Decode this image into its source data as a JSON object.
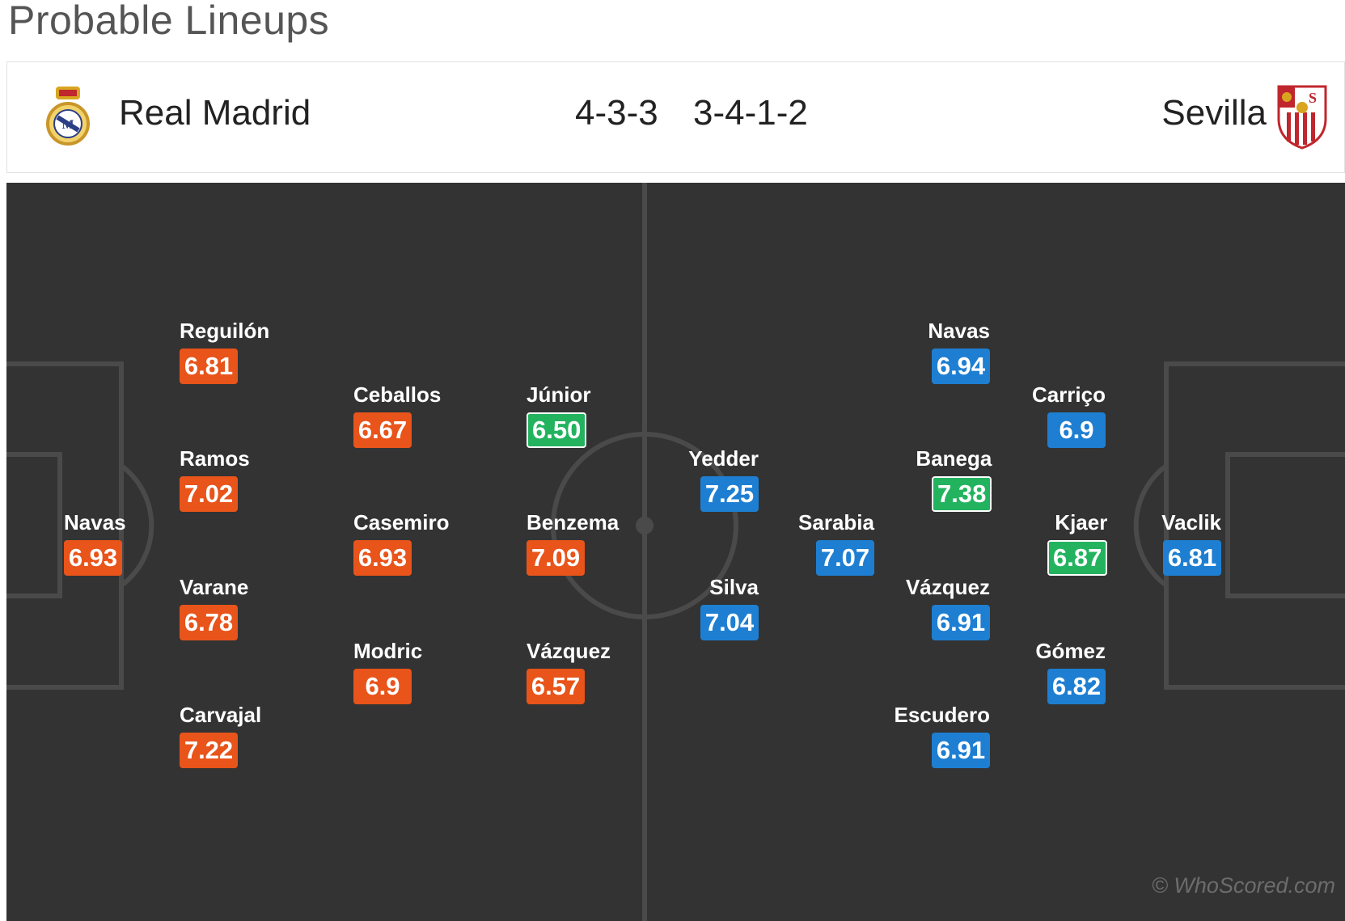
{
  "page": {
    "title": "Probable Lineups"
  },
  "home": {
    "name": "Real Madrid",
    "formation": "4-3-3",
    "crest_icon": "real-madrid-crest-icon",
    "color": "#e8541a",
    "players": [
      {
        "name": "Navas",
        "rating": "6.93",
        "style": "orange"
      },
      {
        "name": "Reguilón",
        "rating": "6.81",
        "style": "orange"
      },
      {
        "name": "Ramos",
        "rating": "7.02",
        "style": "orange"
      },
      {
        "name": "Varane",
        "rating": "6.78",
        "style": "orange"
      },
      {
        "name": "Carvajal",
        "rating": "7.22",
        "style": "orange"
      },
      {
        "name": "Ceballos",
        "rating": "6.67",
        "style": "orange"
      },
      {
        "name": "Casemiro",
        "rating": "6.93",
        "style": "orange"
      },
      {
        "name": "Modric",
        "rating": "6.9",
        "style": "orange"
      },
      {
        "name": "Júnior",
        "rating": "6.50",
        "style": "green"
      },
      {
        "name": "Benzema",
        "rating": "7.09",
        "style": "orange"
      },
      {
        "name": "Vázquez",
        "rating": "6.57",
        "style": "orange"
      }
    ]
  },
  "away": {
    "name": "Sevilla",
    "formation": "3-4-1-2",
    "crest_icon": "sevilla-crest-icon",
    "color": "#1e7fd2",
    "players": [
      {
        "name": "Vaclik",
        "rating": "6.81",
        "style": "blue"
      },
      {
        "name": "Carriço",
        "rating": "6.9",
        "style": "blue"
      },
      {
        "name": "Kjaer",
        "rating": "6.87",
        "style": "green"
      },
      {
        "name": "Gómez",
        "rating": "6.82",
        "style": "blue"
      },
      {
        "name": "Navas",
        "rating": "6.94",
        "style": "blue"
      },
      {
        "name": "Banega",
        "rating": "7.38",
        "style": "green"
      },
      {
        "name": "Vázquez",
        "rating": "6.91",
        "style": "blue"
      },
      {
        "name": "Escudero",
        "rating": "6.91",
        "style": "blue"
      },
      {
        "name": "Sarabia",
        "rating": "7.07",
        "style": "blue"
      },
      {
        "name": "Yedder",
        "rating": "7.25",
        "style": "blue"
      },
      {
        "name": "Silva",
        "rating": "7.04",
        "style": "blue"
      }
    ]
  },
  "colors": {
    "pitch": "#333333",
    "best_rating": "#23b35f"
  },
  "watermark": "© WhoScored.com"
}
